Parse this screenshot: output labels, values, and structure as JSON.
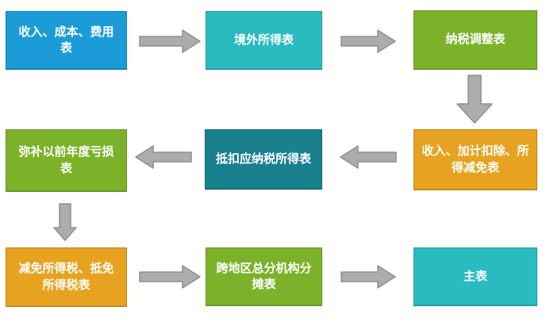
{
  "colors": {
    "blue": "#1B9CD8",
    "cyan": "#2ABBC0",
    "green": "#7CB22A",
    "orange": "#E7A320",
    "teal_dark": "#19808E",
    "node_text": "#FFFFFF",
    "arrow_fill": "#ACACAC",
    "arrow_stroke": "#8F8F8F",
    "canvas": "#FFFFFF"
  },
  "nodes": [
    {
      "label": "收入、成本、费用\n表",
      "color": "#1B9CD8"
    },
    {
      "label": "境外所得表",
      "color": "#2ABBC0"
    },
    {
      "label": "纳税调整表",
      "color": "#7CB22A"
    },
    {
      "label": "收入、加计扣除、所\n得减免表",
      "color": "#E7A320"
    },
    {
      "label": "抵扣应纳税所得表",
      "color": "#19808E"
    },
    {
      "label": "弥补以前年度亏损\n表",
      "color": "#7CB22A"
    },
    {
      "label": "减免所得税、抵免\n所得税表",
      "color": "#E7A320"
    },
    {
      "label": "跨地区总分机构分\n摊表",
      "color": "#7CB22A"
    },
    {
      "label": "主表",
      "color": "#2ABBC0"
    }
  ],
  "arrows": [
    {
      "from": 0,
      "to": 1,
      "direction": "right"
    },
    {
      "from": 1,
      "to": 2,
      "direction": "right"
    },
    {
      "from": 2,
      "to": 3,
      "direction": "down"
    },
    {
      "from": 3,
      "to": 4,
      "direction": "left"
    },
    {
      "from": 4,
      "to": 5,
      "direction": "left"
    },
    {
      "from": 5,
      "to": 6,
      "direction": "down"
    },
    {
      "from": 6,
      "to": 7,
      "direction": "right"
    },
    {
      "from": 7,
      "to": 8,
      "direction": "right"
    }
  ]
}
